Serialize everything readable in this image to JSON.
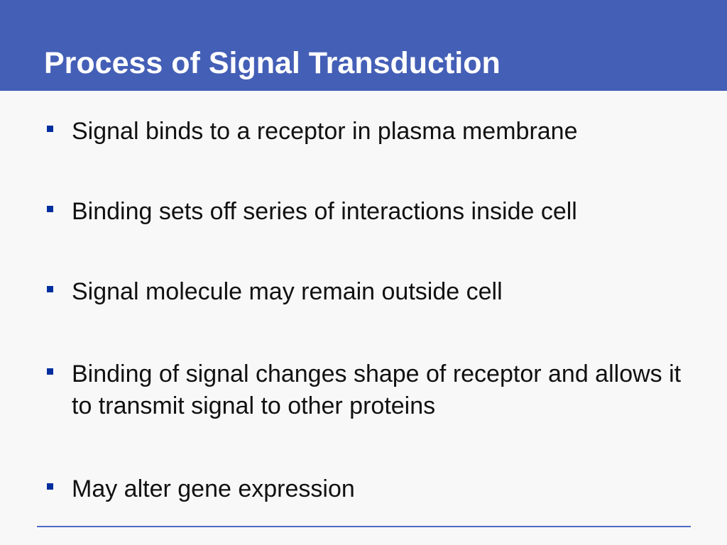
{
  "slide": {
    "title": "Process of Signal Transduction",
    "bullets": [
      "Signal binds to a receptor in plasma membrane",
      "Binding sets off series of interactions inside cell",
      "Signal molecule may remain outside cell",
      "Binding of signal changes shape of receptor and allows it to transmit signal to other proteins",
      "May alter gene expression"
    ],
    "colors": {
      "title_bar": "#445fb6",
      "title_text": "#ffffff",
      "bullet_marker": "#002e9f",
      "background": "#f8f8f8",
      "body_text": "#111111",
      "footer_rule": "#4f6bc3"
    }
  }
}
